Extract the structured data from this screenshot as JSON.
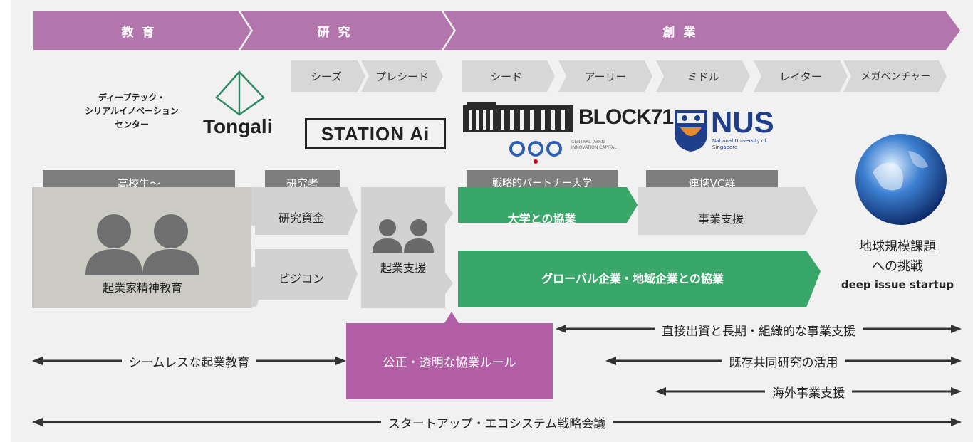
{
  "phases": {
    "education": "教 育",
    "research": "研 究",
    "startup": "創 業"
  },
  "stages": [
    "シーズ",
    "プレシード",
    "シード",
    "アーリー",
    "ミドル",
    "レイター",
    "メガベンチャー"
  ],
  "logos": {
    "center_name": "ディープテック・\nシリアルイノベーション\nセンター",
    "tongali": "Tongali",
    "station_ai": "STATION Ai",
    "block71": "BLOCK71",
    "cjic": "CENTRAL JAPAN INNOVATION CAPITAL",
    "nus": "NUS",
    "nus_sub": "National University of Singapore"
  },
  "headers": {
    "students": "高校生〜",
    "researchers": "研究者",
    "partner_univ": "戦略的パートナー大学",
    "vc": "連携VC群"
  },
  "boxes": {
    "entrepreneurship": "起業家精神教育",
    "research_funds": "研究資金",
    "bizcon": "ビジコン",
    "startup_support": "起業支援",
    "univ_collab": "大学との協業",
    "business_support": "事業支援",
    "global_collab": "グローバル企業・地域企業との協業",
    "fair_rules": "公正・透明な協業ルール"
  },
  "goal": {
    "line1": "地球規模課題",
    "line2": "への挑戦",
    "line3": "deep issue startup"
  },
  "arrows": {
    "direct_investment": "直接出資と長期・組織的な事業支援",
    "joint_research": "既存共同研究の活用",
    "overseas": "海外事業支援",
    "seamless": "シームレスな起業教育",
    "ecosystem": "スタートアップ・エコシステム戦略会議"
  },
  "colors": {
    "phase": "#b276ac",
    "green": "#3aa76a",
    "purple": "#b25fa6",
    "chevron": "#d7d7d7",
    "header": "#7e7e7e"
  }
}
